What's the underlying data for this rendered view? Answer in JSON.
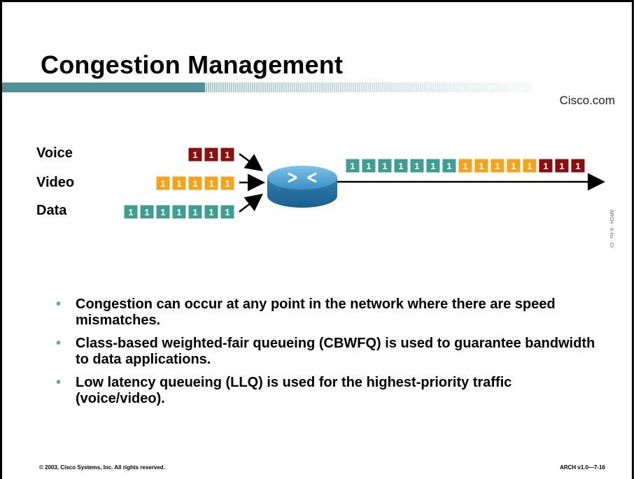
{
  "slide": {
    "title": "Congestion Management",
    "brand": "Cisco.com",
    "side_code": "ARCH · K·hu · CI",
    "footer_copyright": "© 2003, Cisco Systems, Inc. All rights reserved.",
    "footer_code": "ARCH v1.0—7-16"
  },
  "colors": {
    "accent_teal": "#4e8f99",
    "voice": "#8b0d0d",
    "video": "#f5a31a",
    "data": "#3f9e93",
    "router": "#3d8fc4",
    "bullet": "#6fa3b8"
  },
  "diagram": {
    "streams": [
      {
        "label": "Voice",
        "packet_count": 3,
        "packet_text": "1",
        "type": "voice"
      },
      {
        "label": "Video",
        "packet_count": 5,
        "packet_text": "1",
        "type": "video"
      },
      {
        "label": "Data",
        "packet_count": 7,
        "packet_text": "1",
        "type": "data"
      }
    ],
    "output_sequence": [
      "data",
      "data",
      "data",
      "data",
      "data",
      "data",
      "data",
      "video",
      "video",
      "video",
      "video",
      "video",
      "voice",
      "voice",
      "voice"
    ],
    "router_icon": "router-icon"
  },
  "bullets": [
    "Congestion can occur at any point in the network where there are speed mismatches.",
    "Class-based weighted-fair queueing (CBWFQ) is used to guarantee bandwidth to data applications.",
    "Low latency queueing (LLQ) is used for the highest-priority traffic (voice/video)."
  ]
}
